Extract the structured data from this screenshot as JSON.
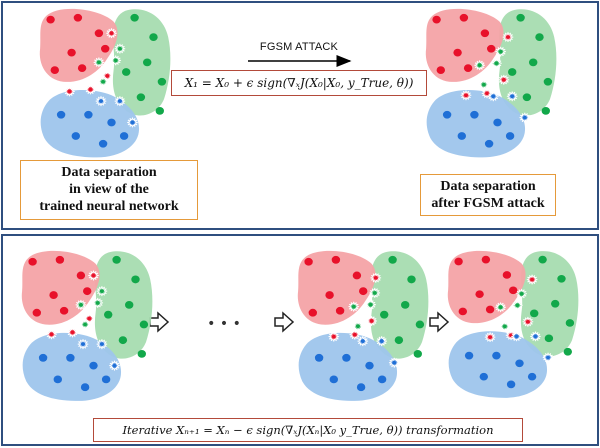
{
  "top_panel": {
    "attack_title": "FGSM ATTACK",
    "formula": "X₁ = X₀ + ϵ sign(∇ₓJ(X₀|X₀, y_True, θ))",
    "label_before": [
      "Data separation",
      "in view of the",
      "trained neural network"
    ],
    "label_after": [
      "Data separation",
      "after FGSM attack"
    ]
  },
  "bottom_panel": {
    "ellipsis": "• • •",
    "formula": "Iterative Xₙ₊₁ = Xₙ − ϵ sign(∇ₓJ(Xₙ|X₀ y_True, θ)) transformation"
  },
  "colors": {
    "red_cluster": "#f4a3a6",
    "green_cluster": "#a6dcb0",
    "blue_cluster": "#9ec5ec",
    "red_dot": "#e8112a",
    "green_dot": "#12a84a",
    "blue_dot": "#1f6fd6",
    "frame": "#2f4f7f",
    "label_border": "#e59a3a",
    "formula_border": "#b34a3a"
  },
  "icons": [
    "right-arrow-icon",
    "hollow-arrow-icon",
    "starburst-point-icon"
  ]
}
